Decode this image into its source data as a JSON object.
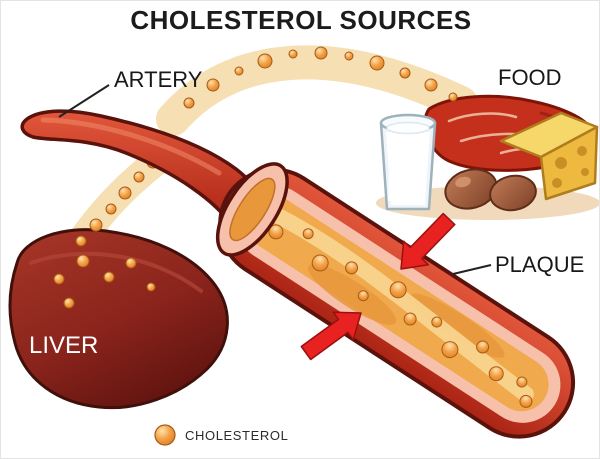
{
  "title": "CHOLESTEROL SOURCES",
  "labels": {
    "artery": "ARTERY",
    "food": "FOOD",
    "liver": "LIVER",
    "plaque": "PLAQUE"
  },
  "legend": {
    "marker": "cholesterol-ball-icon",
    "label": "CHOLESTEROL"
  },
  "diagram": {
    "type": "medical-illustration",
    "description": "Cut-away artery with cholesterol plaque buildup; cholesterol particles flow in from the liver and from food (milk, meat, cheese, eggs); red arrows point at the plaque."
  },
  "colors": {
    "title_color": "#1c1c1c",
    "artery_red": "#c63524",
    "vessel_outline": "#5a120c",
    "vessel_inner_pink": "#f7c0ab",
    "plaque_orange": "#f0a94c",
    "plaque_channel": "#f8d38e",
    "cholesterol_ball": "#f3a145",
    "dot_band_yellow": "#f5d9a4",
    "liver_maroon": "#8a241c",
    "arrow_red": "#e82121",
    "cheese_yellow": "#f2c14e",
    "meat_red": "#c5301c",
    "egg_brown": "#b5714f",
    "milk_white": "#ffffff"
  }
}
